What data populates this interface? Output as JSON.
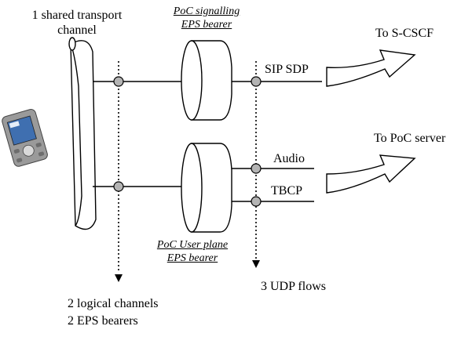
{
  "labels": {
    "shared_channel_line1": "1 shared transport",
    "shared_channel_line2": "channel",
    "signalling_bearer_line1": "PoC signalling",
    "signalling_bearer_line2": "EPS bearer",
    "user_plane_bearer_line1": "PoC User plane",
    "user_plane_bearer_line2": "EPS bearer",
    "sip_sdp": "SIP SDP",
    "audio": "Audio",
    "tbcp": "TBCP",
    "to_scscf": "To S-CSCF",
    "to_poc_server": "To PoC server",
    "udp_flows": "3 UDP flows",
    "logical_channels": "2 logical channels",
    "eps_bearers": "2 EPS bearers"
  },
  "colors": {
    "line": "#000000",
    "node_fill": "#b4b4b4",
    "phone_body": "#9a9a9a",
    "phone_screen": "#3f6fb0"
  },
  "icons": {
    "terminal": "handheld-device-icon",
    "destination_arrows": "curved-arrow-icon"
  }
}
